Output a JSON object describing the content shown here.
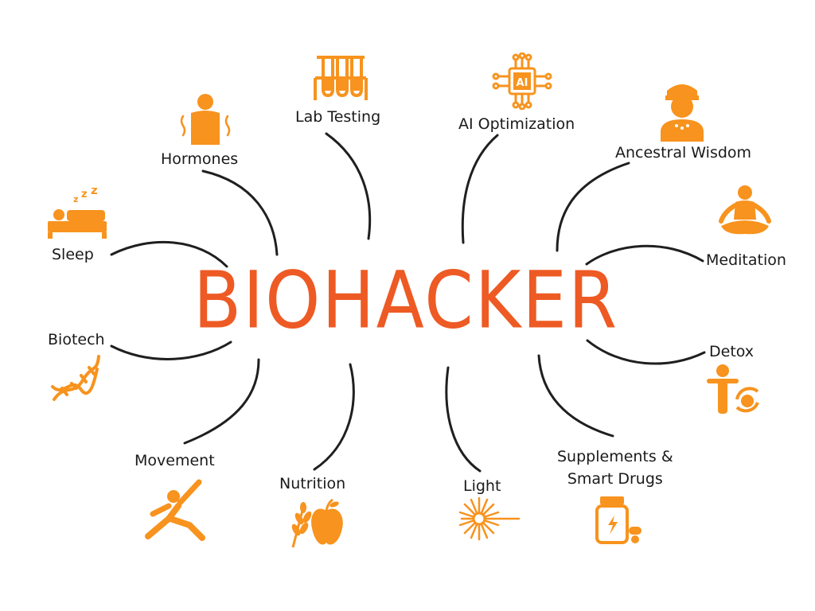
{
  "center": {
    "title": "BIOHACKER"
  },
  "colors": {
    "title": "#ee5a24",
    "icon": "#f7931e",
    "line": "#1f1f1f",
    "text": "#1a1a1a"
  },
  "topics": [
    {
      "id": "sleep",
      "label": "Sleep",
      "icon": "bed-icon"
    },
    {
      "id": "hormones",
      "label": "Hormones",
      "icon": "person-icon"
    },
    {
      "id": "lab-testing",
      "label": "Lab Testing",
      "icon": "test-tubes-icon"
    },
    {
      "id": "ai-optimization",
      "label": "AI Optimization",
      "icon": "ai-chip-icon",
      "icon_text": "AI"
    },
    {
      "id": "ancestral-wisdom",
      "label": "Ancestral Wisdom",
      "icon": "ancestor-icon"
    },
    {
      "id": "meditation",
      "label": "Meditation",
      "icon": "meditation-icon"
    },
    {
      "id": "detox",
      "label": "Detox",
      "icon": "detox-icon"
    },
    {
      "id": "biotech",
      "label": "Biotech",
      "icon": "dna-icon"
    },
    {
      "id": "movement",
      "label": "Movement",
      "icon": "yoga-pose-icon"
    },
    {
      "id": "nutrition",
      "label": "Nutrition",
      "icon": "wheat-apple-icon"
    },
    {
      "id": "light",
      "label": "Light",
      "icon": "light-burst-icon"
    },
    {
      "id": "supplements",
      "label_line1": "Supplements &",
      "label_line2": "Smart Drugs",
      "icon": "supplement-bottle-icon"
    }
  ]
}
